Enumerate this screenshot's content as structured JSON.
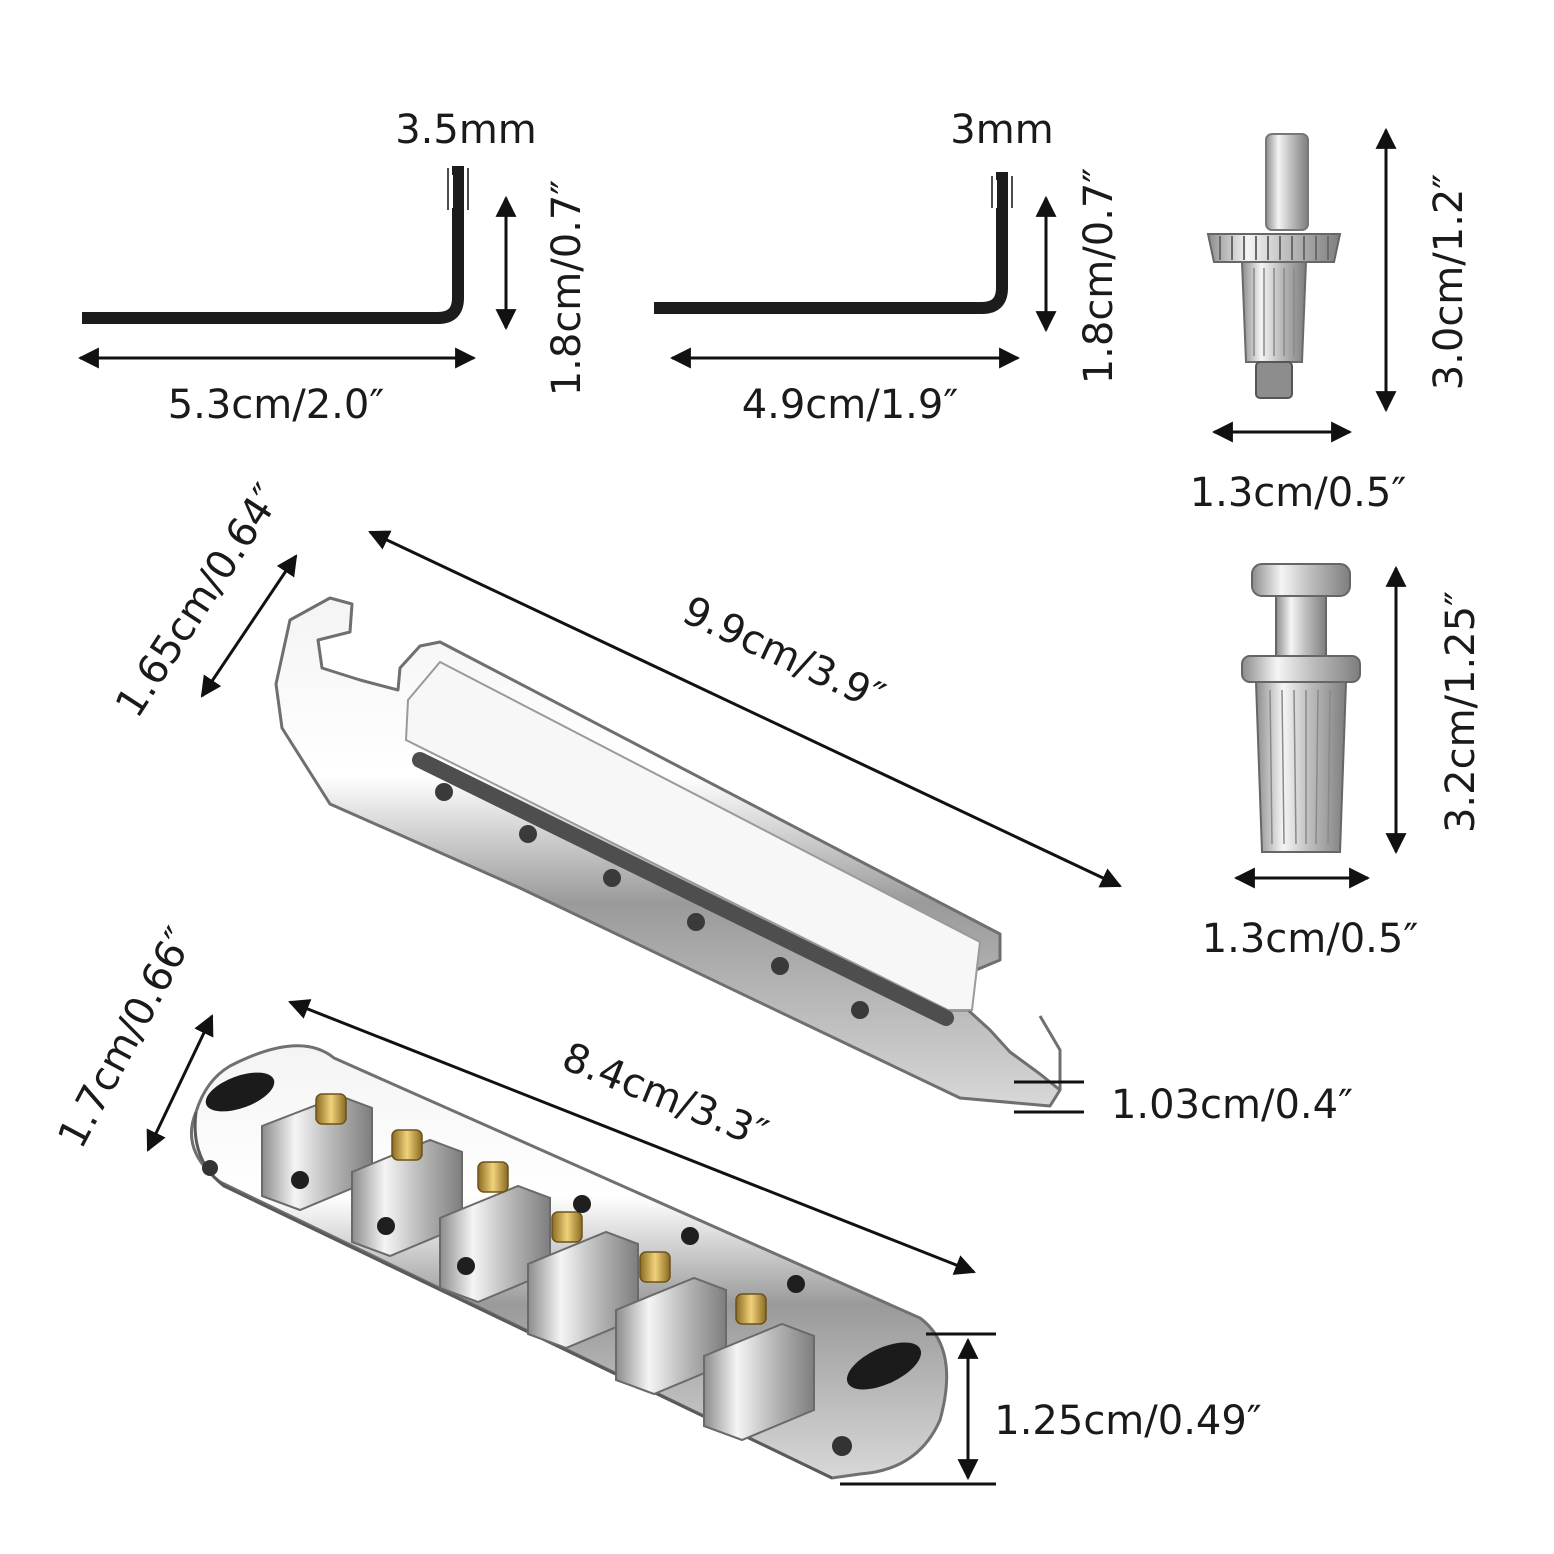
{
  "colors": {
    "background": "#ffffff",
    "text": "#1a1a1a",
    "wrench": "#1c1c1c",
    "chrome": "#c9c9c9",
    "brass": "#c9a84a"
  },
  "wrench_large": {
    "tip": "3.5mm",
    "height": "1.8cm/0.7″",
    "length": "5.3cm/2.0″"
  },
  "wrench_small": {
    "tip": "3mm",
    "height": "1.8cm/0.7″",
    "length": "4.9cm/1.9″"
  },
  "stud_knurled": {
    "height": "3.0cm/1.2″",
    "width": "1.3cm/0.5″"
  },
  "stud_anchor": {
    "height": "3.2cm/1.25″",
    "width": "1.3cm/0.5″"
  },
  "tailpiece": {
    "width": "1.65cm/0.64″",
    "length": "9.9cm/3.9″",
    "thickness": "1.03cm/0.4″"
  },
  "bridge": {
    "width": "1.7cm/0.66″",
    "length": "8.4cm/3.3″",
    "height": "1.25cm/0.49″"
  }
}
